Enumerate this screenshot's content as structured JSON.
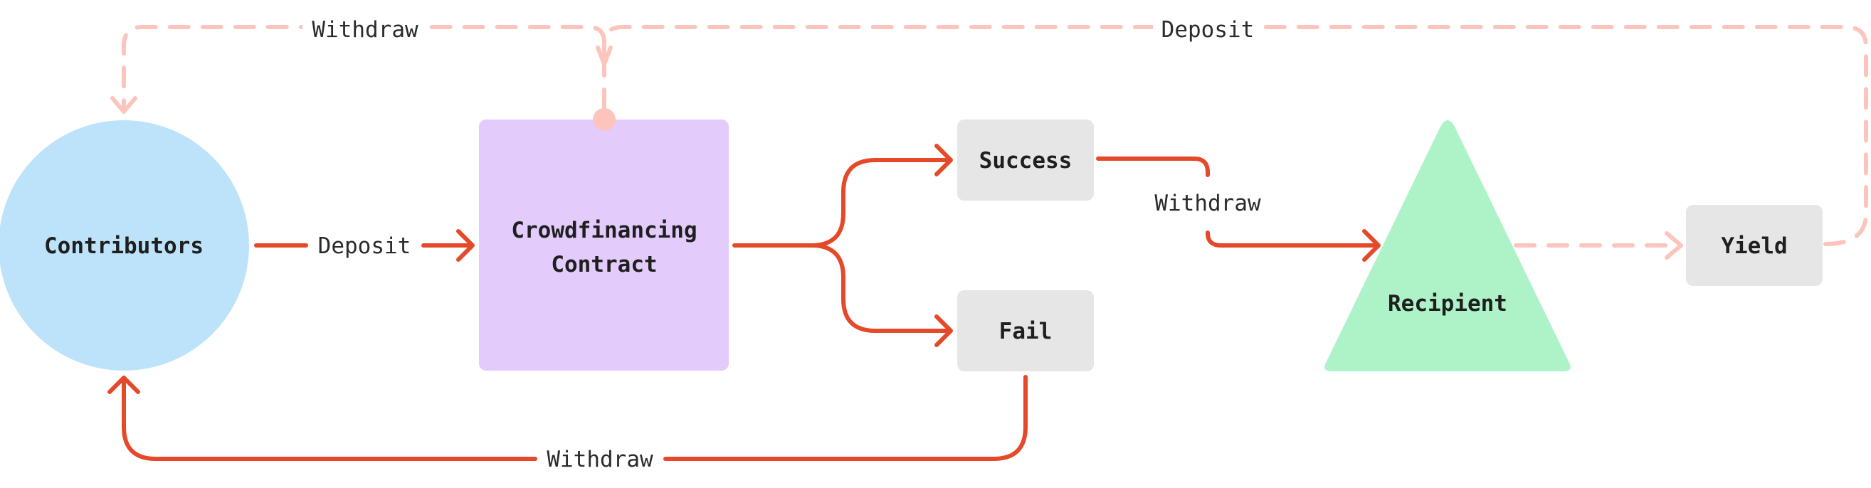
{
  "colors": {
    "contributors_fill": "#bde3fb",
    "contract_fill": "#e3cbfc",
    "outcome_fill": "#e6e6e6",
    "recipient_fill": "#aef3c8",
    "yield_fill": "#e6e6e6",
    "solid_edge": "#e5492a",
    "dashed_edge": "#fbc5bd"
  },
  "nodes": {
    "contributors": {
      "label": "Contributors",
      "shape": "circle"
    },
    "contract": {
      "label_line1": "Crowdfinancing",
      "label_line2": "Contract",
      "shape": "rounded-square"
    },
    "success": {
      "label": "Success",
      "shape": "rounded-rect"
    },
    "fail": {
      "label": "Fail",
      "shape": "rounded-rect"
    },
    "recipient": {
      "label": "Recipient",
      "shape": "triangle"
    },
    "yield": {
      "label": "Yield",
      "shape": "rounded-rect"
    }
  },
  "edges": {
    "contributors_to_contract": {
      "label": "Deposit",
      "style": "solid"
    },
    "success_to_recipient": {
      "label": "Withdraw",
      "style": "solid"
    },
    "fail_to_contributors": {
      "label": "Withdraw",
      "style": "solid"
    },
    "contract_to_contributors_top": {
      "label": "Withdraw",
      "style": "dashed"
    },
    "yield_to_contract_top": {
      "label": "Deposit",
      "style": "dashed"
    },
    "recipient_to_yield": {
      "label": "",
      "style": "dashed"
    }
  }
}
